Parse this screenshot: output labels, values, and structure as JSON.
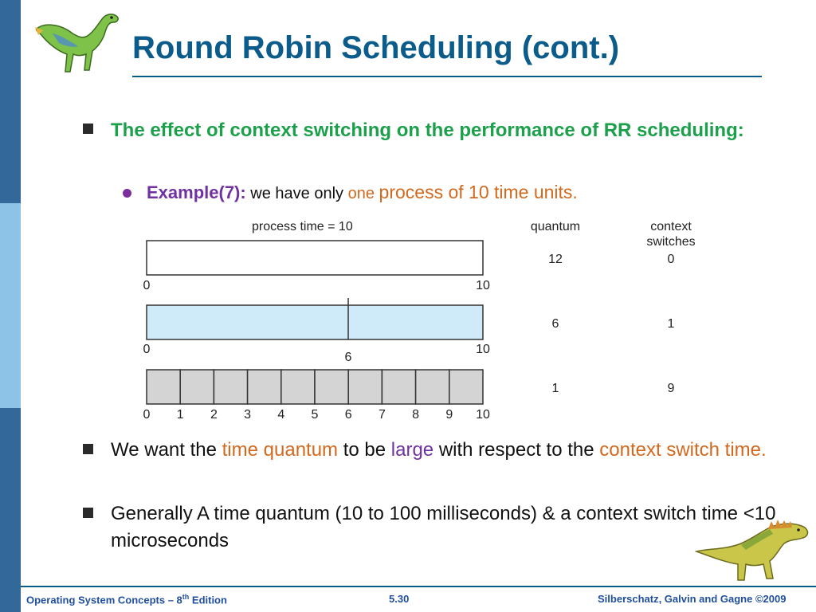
{
  "slide": {
    "title": "Round Robin Scheduling (cont.)",
    "bullet1": "The effect of context switching on the performance of RR scheduling:",
    "sub_label": "Example(7):",
    "sub_text_1": "we have only",
    "sub_one": "one",
    "sub_text_2": "process of 10 time units.",
    "bullet2_a": "We want the",
    "bullet2_b": "time quantum",
    "bullet2_c": "to be",
    "bullet2_d": "large",
    "bullet2_e": "with respect to the",
    "bullet2_f": "context switch time.",
    "bullet3": "Generally A time quantum (10 to 100 milliseconds)  &  a context switch time <10 microseconds"
  },
  "diagram": {
    "process_time_label": "process time = 10",
    "quantum_header": "quantum",
    "context_header_1": "context",
    "context_header_2": "switches",
    "rows": [
      {
        "quantum": "12",
        "switches": "0",
        "start": "0",
        "end": "10"
      },
      {
        "quantum": "6",
        "switches": "1",
        "start": "0",
        "end": "10",
        "split": "6"
      },
      {
        "quantum": "1",
        "switches": "9",
        "ticks": [
          "0",
          "1",
          "2",
          "3",
          "4",
          "5",
          "6",
          "7",
          "8",
          "9",
          "10"
        ]
      }
    ],
    "colors": {
      "row1": "#ffffff",
      "row2": "#cfeaf8",
      "row3": "#d4d4d4"
    }
  },
  "footer": {
    "left_a": "Operating System Concepts – 8",
    "left_sup": "th",
    "left_b": " Edition",
    "page": "5.30",
    "right": "Silberschatz, Galvin and Gagne ©2009"
  },
  "icons": {
    "top_left": "dinosaur-icon",
    "bottom_right": "dinosaur-icon"
  }
}
